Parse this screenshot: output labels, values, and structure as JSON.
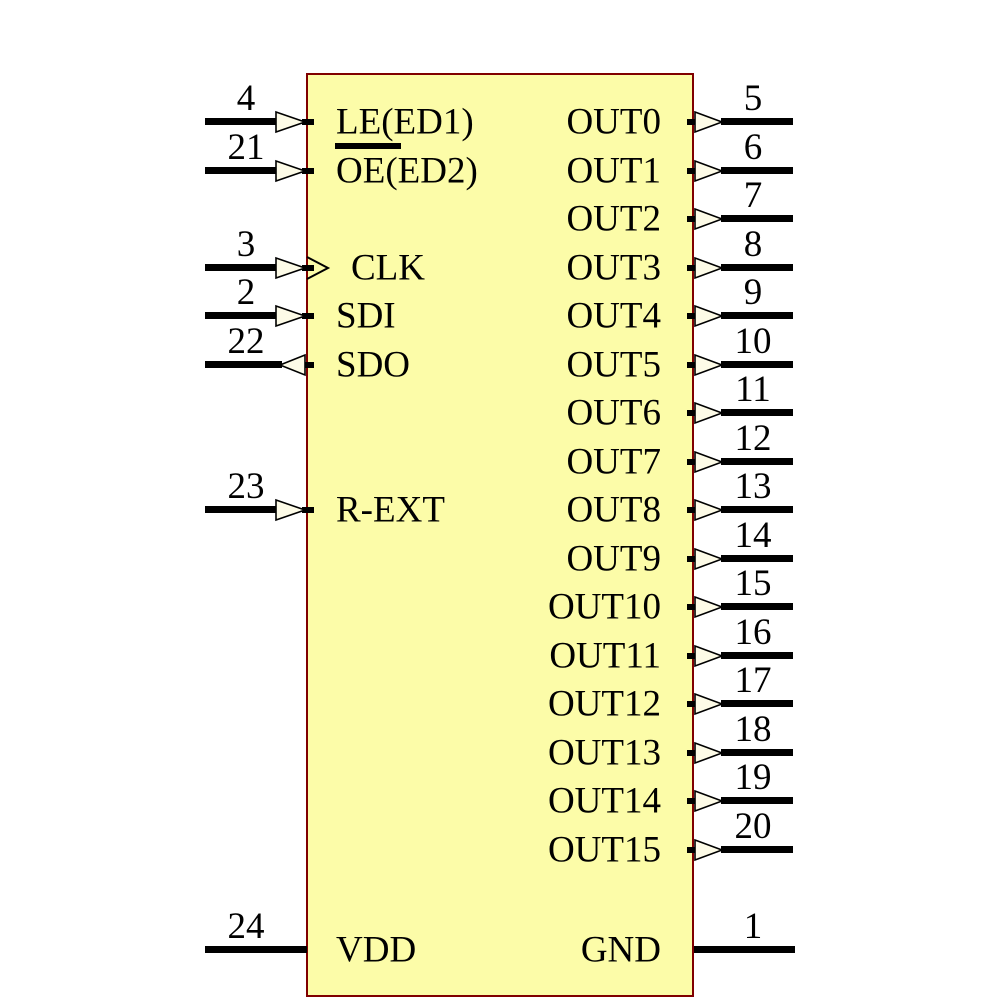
{
  "ic": {
    "body": {
      "fill": "#FCFCA8",
      "border_color": "#800000",
      "wire_color": "#000000",
      "arrow_fill": "#FDFBE7"
    },
    "left_pins": [
      {
        "number": "4",
        "label": "LE(ED1)",
        "direction": "input"
      },
      {
        "number": "21",
        "label": "OE(ED2)",
        "overline": "OE",
        "direction": "input"
      },
      {
        "number": "3",
        "label": "CLK",
        "direction": "clock-input"
      },
      {
        "number": "2",
        "label": "SDI",
        "direction": "input"
      },
      {
        "number": "22",
        "label": "SDO",
        "direction": "output"
      },
      {
        "number": "23",
        "label": "R-EXT",
        "direction": "input"
      },
      {
        "number": "24",
        "label": "VDD",
        "direction": "power"
      }
    ],
    "right_pins": [
      {
        "number": "5",
        "label": "OUT0",
        "direction": "output"
      },
      {
        "number": "6",
        "label": "OUT1",
        "direction": "output"
      },
      {
        "number": "7",
        "label": "OUT2",
        "direction": "output"
      },
      {
        "number": "8",
        "label": "OUT3",
        "direction": "output"
      },
      {
        "number": "9",
        "label": "OUT4",
        "direction": "output"
      },
      {
        "number": "10",
        "label": "OUT5",
        "direction": "output"
      },
      {
        "number": "11",
        "label": "OUT6",
        "direction": "output"
      },
      {
        "number": "12",
        "label": "OUT7",
        "direction": "output"
      },
      {
        "number": "13",
        "label": "OUT8",
        "direction": "output"
      },
      {
        "number": "14",
        "label": "OUT9",
        "direction": "output"
      },
      {
        "number": "15",
        "label": "OUT10",
        "direction": "output"
      },
      {
        "number": "16",
        "label": "OUT11",
        "direction": "output"
      },
      {
        "number": "17",
        "label": "OUT12",
        "direction": "output"
      },
      {
        "number": "18",
        "label": "OUT13",
        "direction": "output"
      },
      {
        "number": "19",
        "label": "OUT14",
        "direction": "output"
      },
      {
        "number": "20",
        "label": "OUT15",
        "direction": "output"
      },
      {
        "number": "1",
        "label": "GND",
        "direction": "power"
      }
    ]
  }
}
